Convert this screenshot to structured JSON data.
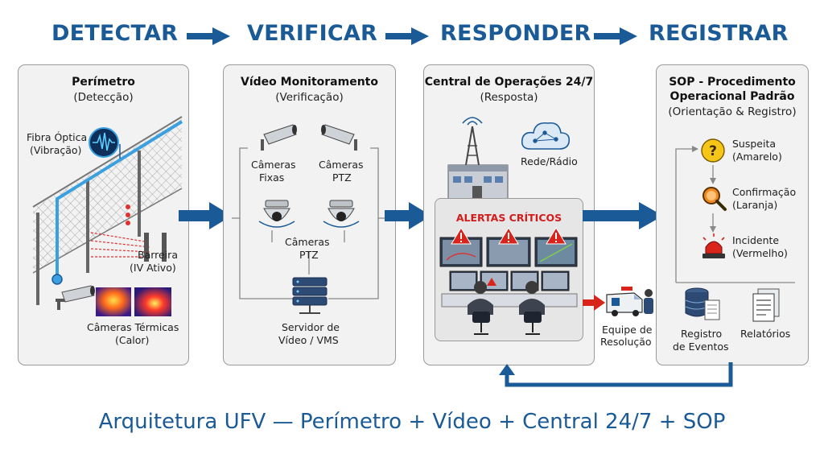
{
  "stages": [
    "DETECTAR",
    "VERIFICAR",
    "RESPONDER",
    "REGISTRAR"
  ],
  "panels": {
    "perimetro": {
      "title": "Perímetro",
      "subtitle": "(Detecção)",
      "labels": {
        "fibra": [
          "Fibra Óptica",
          "(Vibração)"
        ],
        "barreira": [
          "Barreira",
          "(IV Ativo)"
        ],
        "termicas": [
          "Câmeras Térmicas",
          "(Calor)"
        ]
      }
    },
    "video": {
      "title": "Vídeo Monitoramento",
      "subtitle": "(Verificação)",
      "labels": {
        "fixas": [
          "Câmeras",
          "Fixas"
        ],
        "ptz_top": [
          "Câmeras",
          "PTZ"
        ],
        "ptz_mid": [
          "Câmeras",
          "PTZ"
        ],
        "servidor": [
          "Servidor de",
          "Vídeo / VMS"
        ]
      }
    },
    "central": {
      "title": "Central de Operações 24/7",
      "subtitle": "(Resposta)",
      "labels": {
        "rede": "Rede/Rádio",
        "alertas": "ALERTAS CRÍTICOS",
        "equipe": [
          "Equipe de",
          "Resolução"
        ]
      }
    },
    "sop": {
      "title": [
        "SOP - Procedimento",
        "Operacional Padrão"
      ],
      "subtitle": "(Orientação & Registro)",
      "steps": [
        {
          "label": [
            "Suspeita",
            "(Amarelo)"
          ],
          "icon": "question-icon",
          "color": "#f5c518"
        },
        {
          "label": [
            "Confirmação",
            "(Laranja)"
          ],
          "icon": "magnifier-icon",
          "color": "#f08a1c"
        },
        {
          "label": [
            "Incidente",
            "(Vermelho)"
          ],
          "icon": "siren-icon",
          "color": "#d9241c"
        }
      ],
      "outputs": {
        "registro": [
          "Registro",
          "de Eventos"
        ],
        "relatorios": "Relatórios"
      }
    }
  },
  "footer": "Arquitetura UFV — Perímetro + Vídeo + Central 24/7 + SOP",
  "colors": {
    "brand_blue": "#1a5a97",
    "panel_bg": "#f2f2f2",
    "alert_red": "#d21c1c",
    "fiber_blue": "#3aa0e0"
  }
}
